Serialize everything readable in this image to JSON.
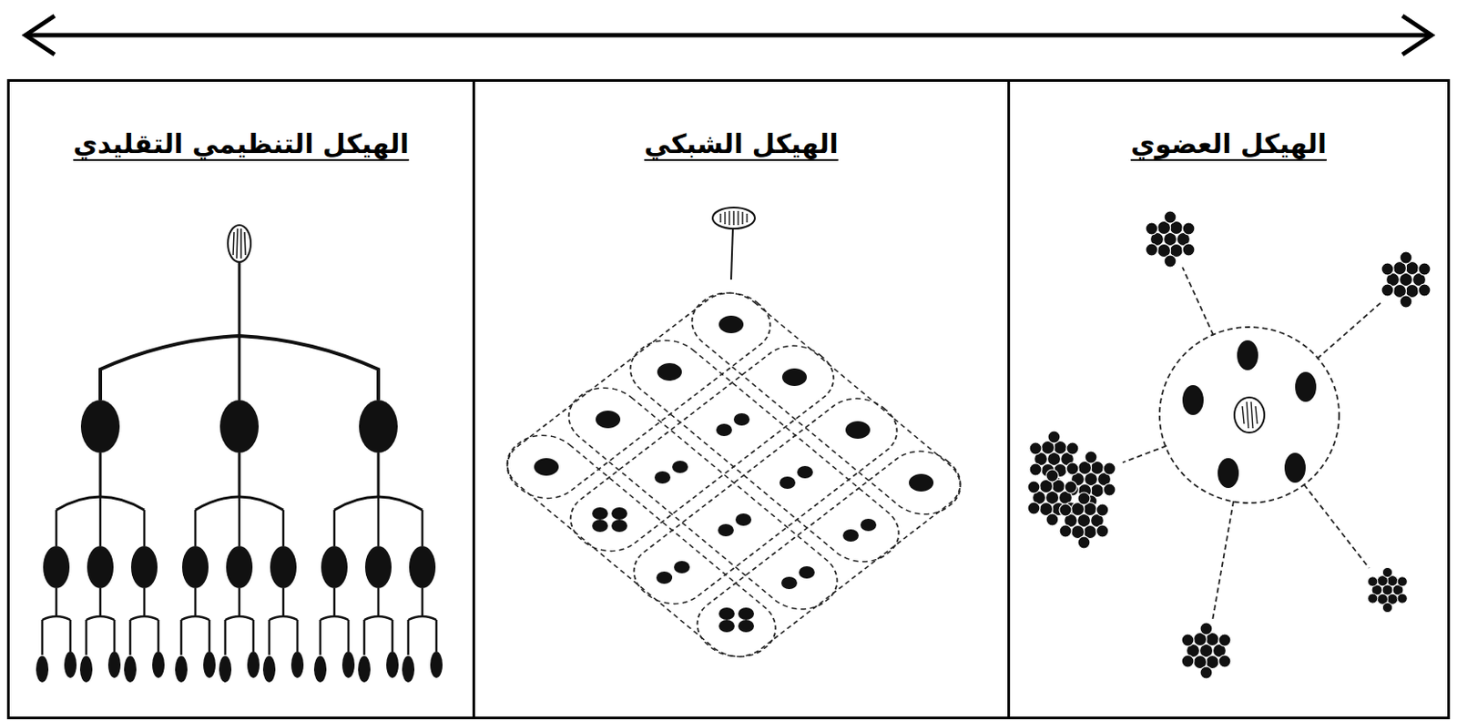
{
  "diagram": {
    "nodes": [
      {
        "text": [
          "الهيكل العضوي"
        ]
      },
      {
        "text": [
          "الهيكل الشبكي"
        ]
      },
      {
        "text": [
          "الهيكل التنظيمي التقليدي"
        ]
      }
    ]
  }
}
